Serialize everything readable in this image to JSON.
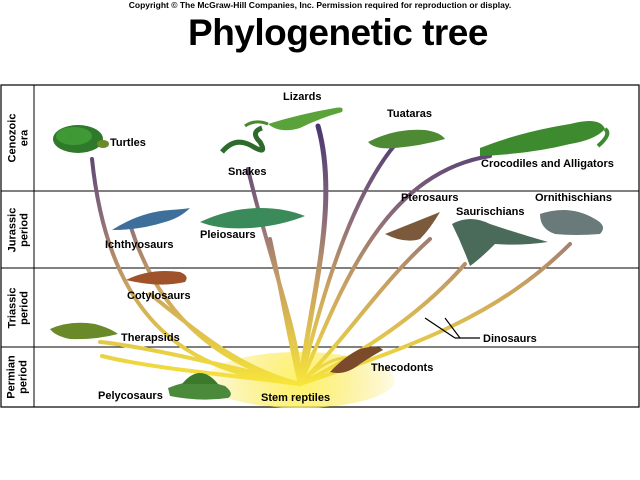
{
  "copyright": "Copyright © The McGraw-Hill Companies, Inc. Permission required for reproduction or display.",
  "title": "Phylogenetic tree",
  "periods": [
    {
      "label": "Cenozoic\nera"
    },
    {
      "label": "Jurassic\nperiod"
    },
    {
      "label": "Triassic\nperiod"
    },
    {
      "label": "Permian\nperiod"
    }
  ],
  "taxa": {
    "turtles": "Turtles",
    "lizards": "Lizards",
    "snakes": "Snakes",
    "tuataras": "Tuataras",
    "crocodiles": "Crocodiles and Alligators",
    "ichthyosaurs": "Ichthyosaurs",
    "pleiosaurs": "Pleiosaurs",
    "pterosaurs": "Pterosaurs",
    "saurischians": "Saurischians",
    "ornithischians": "Ornithischians",
    "cotylosaurs": "Cotylosaurs",
    "therapsids": "Therapsids",
    "dinosaurs": "Dinosaurs",
    "thecodonts": "Thecodonts",
    "pelycosaurs": "Pelycosaurs",
    "stem_reptiles": "Stem reptiles"
  },
  "colors": {
    "branch_base": "#f7e53a",
    "branch_mid": "#a9846a",
    "branch_tip": "#3a2a6e",
    "grid": "#000000"
  }
}
